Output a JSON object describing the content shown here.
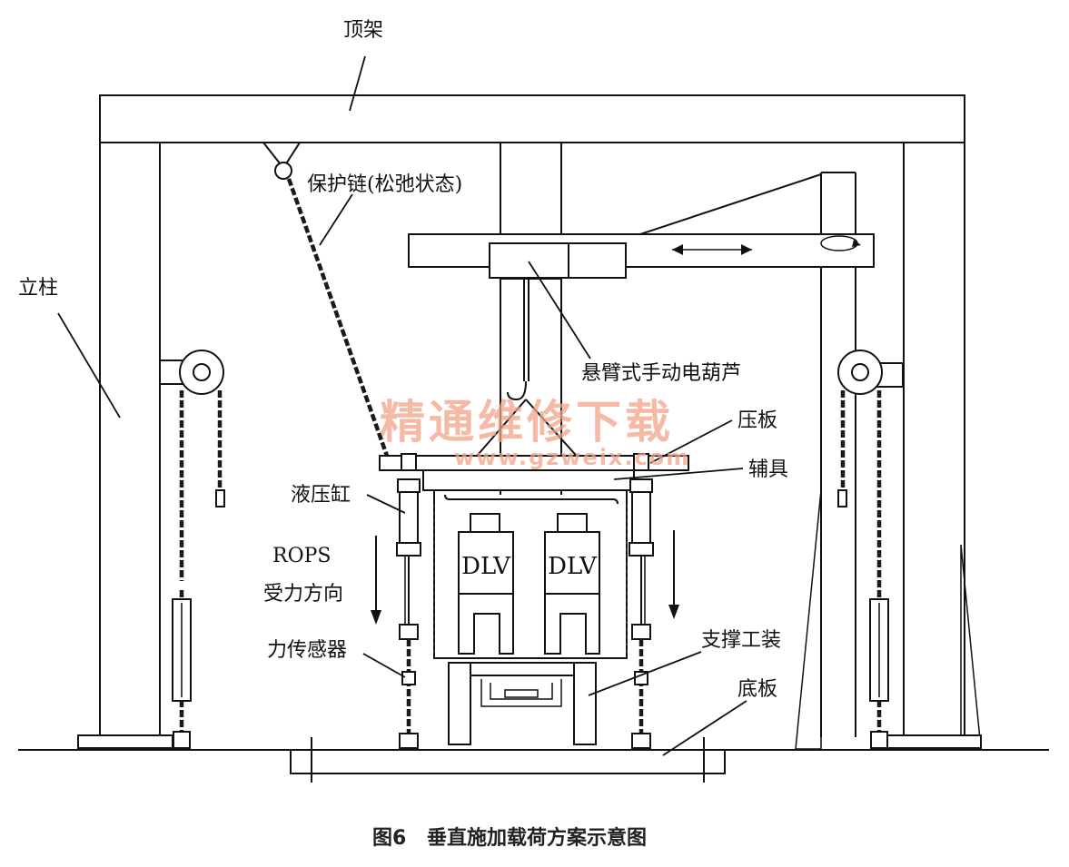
{
  "labels": {
    "top_frame": "顶架",
    "column": "立柱",
    "protective_chain": "保护链(松弛状态)",
    "cantilever_hoist": "悬臂式手动电葫芦",
    "pressure_plate": "压板",
    "fixture": "辅具",
    "hydraulic_cylinder": "液压缸",
    "rops_direction_line1": "ROPS",
    "rops_direction_line2": "受力方向",
    "force_sensor": "力传感器",
    "support_tooling": "支撑工装",
    "base_plate": "底板"
  },
  "dlv_left": "DLV",
  "dlv_right": "DLV",
  "watermark": {
    "text": "精通维修下载",
    "url": "www.gzweix.com"
  },
  "caption": {
    "figure_no": "图6",
    "title": "垂直施加载荷方案示意图"
  }
}
